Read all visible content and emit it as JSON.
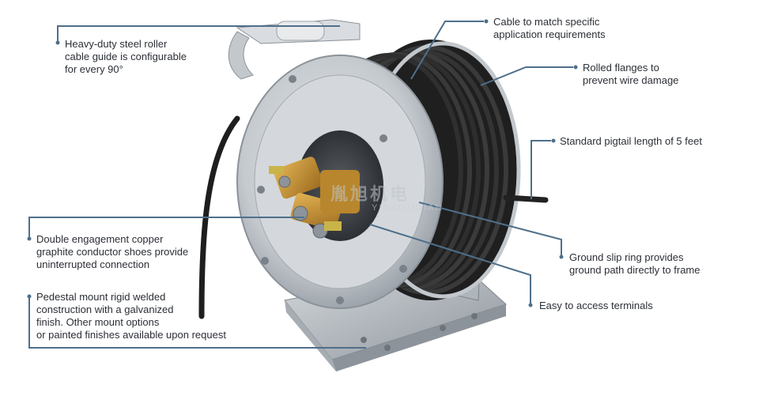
{
  "callouts": {
    "roller_guide": [
      "Heavy-duty steel roller",
      "cable guide is configurable",
      "for every 90°"
    ],
    "cable": [
      "Cable to match specific",
      "application requirements"
    ],
    "flanges": [
      "Rolled flanges to",
      "prevent wire damage"
    ],
    "pigtail": [
      "Standard pigtail length of 5 feet"
    ],
    "copper_shoes": [
      "Double engagement copper",
      "graphite conductor shoes provide",
      "uninterrupted connection"
    ],
    "ground_ring": [
      "Ground slip ring provides",
      "ground path directly to frame"
    ],
    "pedestal": [
      "Pedestal mount rigid welded",
      "construction with a galvanized",
      "finish. Other mount options",
      "or painted finishes available upon request"
    ],
    "terminals": [
      "Easy to access terminals"
    ]
  },
  "watermark": {
    "main": "胤旭机电",
    "sub": "YINXUJIDIAN"
  },
  "colors": {
    "leader": "#4f6f8a",
    "text": "#2b2f36",
    "flange": "#c9ced3",
    "cable": "#2a2a2a",
    "copper": "#c8902f",
    "frame": "#a9b0b6"
  }
}
